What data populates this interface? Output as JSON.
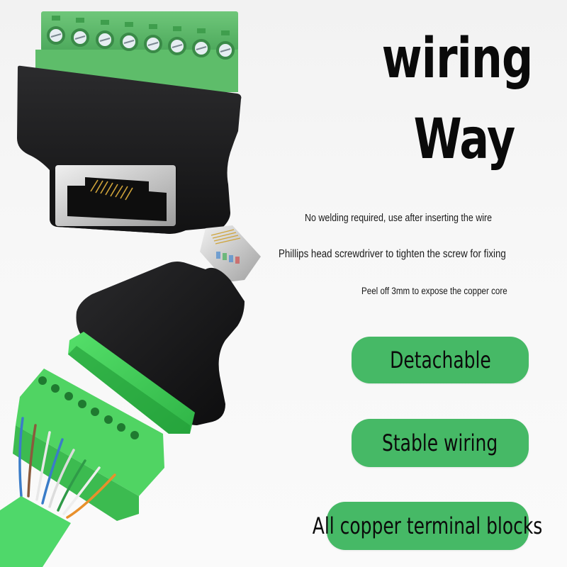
{
  "headline": {
    "line1": "wiring",
    "line2": "Way"
  },
  "notes": [
    "No welding required, use after inserting the wire",
    "Phillips head screwdriver to tighten the screw for fixing",
    "Peel off 3mm to expose the copper core"
  ],
  "features": [
    {
      "label": "Detachable"
    },
    {
      "label": "Stable wiring"
    },
    {
      "label": "All copper terminal blocks"
    }
  ],
  "product": {
    "top_image": "rj45-female-to-8-pin-terminal-block-adapter",
    "bottom_image": "rj45-male-to-8-pin-terminal-block-adapter-with-cable",
    "pin_count": 8,
    "wire_colors": [
      "#3a7cc8",
      "#8a5a3c",
      "#e8e8e8",
      "#3a7cc8",
      "#e0e0e0",
      "#2f9a48",
      "#eeeeee",
      "#e8902c"
    ]
  },
  "colors": {
    "background": "#f7f7f7",
    "pill_green": "#46b966",
    "terminal_green": "#5cbf6a",
    "terminal_green_bright": "#44d85a",
    "housing_black": "#1c1c1e",
    "text": "#0a0a0a"
  }
}
